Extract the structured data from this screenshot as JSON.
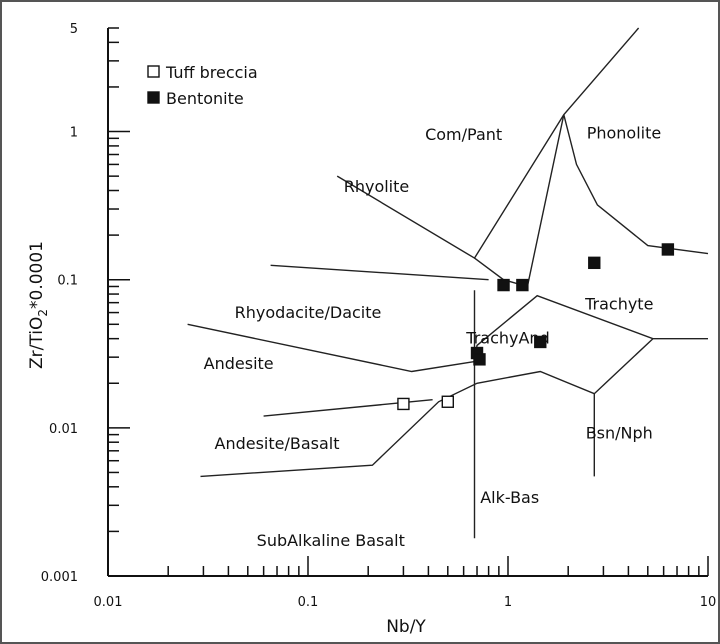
{
  "chart_data": {
    "type": "scatter",
    "xlabel": "Nb/Y",
    "ylabel_main": "Zr/TiO",
    "ylabel_sub": "2",
    "ylabel_tail": "*0.0001",
    "x_scale": "log",
    "y_scale": "log",
    "xlim": [
      0.01,
      10
    ],
    "ylim": [
      0.001,
      5
    ],
    "x_ticks": [
      {
        "value": 0.01,
        "label": "0.01"
      },
      {
        "value": 0.1,
        "label": "0.1"
      },
      {
        "value": 1,
        "label": "1"
      },
      {
        "value": 10,
        "label": "10"
      }
    ],
    "y_ticks": [
      {
        "value": 0.001,
        "label": "0.001"
      },
      {
        "value": 0.01,
        "label": "0.01"
      },
      {
        "value": 0.1,
        "label": "0.1"
      },
      {
        "value": 1,
        "label": "1"
      },
      {
        "value": 5,
        "label": "5"
      }
    ],
    "grid": false,
    "legend_position": "top-left",
    "series": [
      {
        "name": "Tuff breccia",
        "marker": "open-square",
        "points": [
          [
            0.3,
            0.0145
          ],
          [
            0.5,
            0.015
          ]
        ]
      },
      {
        "name": "Bentonite",
        "marker": "filled-square",
        "points": [
          [
            0.7,
            0.032
          ],
          [
            0.72,
            0.029
          ],
          [
            0.95,
            0.092
          ],
          [
            1.18,
            0.092
          ],
          [
            1.45,
            0.038
          ],
          [
            2.7,
            0.13
          ],
          [
            6.3,
            0.16
          ]
        ]
      }
    ],
    "field_labels": [
      {
        "text": "Com/Pant",
        "x": 0.6,
        "y": 0.88
      },
      {
        "text": "Phonolite",
        "x": 3.8,
        "y": 0.9
      },
      {
        "text": "Rhyolite",
        "x": 0.22,
        "y": 0.39
      },
      {
        "text": "Trachyte",
        "x": 3.6,
        "y": 0.063
      },
      {
        "text": "Rhyodacite/Dacite",
        "x": 0.1,
        "y": 0.055
      },
      {
        "text": "TrachyAnd",
        "x": 1.0,
        "y": 0.037
      },
      {
        "text": "Andesite",
        "x": 0.045,
        "y": 0.025
      },
      {
        "text": "Andesite/Basalt",
        "x": 0.07,
        "y": 0.0072
      },
      {
        "text": "Bsn/Nph",
        "x": 3.6,
        "y": 0.0085
      },
      {
        "text": "Alk-Bas",
        "x": 1.02,
        "y": 0.0031
      },
      {
        "text": "SubAlkaline Basalt",
        "x": 0.13,
        "y": 0.0016
      }
    ],
    "boundaries": [
      [
        [
          0.14,
          0.5
        ],
        [
          0.68,
          0.14
        ],
        [
          1.9,
          1.3
        ],
        [
          4.5,
          5
        ]
      ],
      [
        [
          0.68,
          0.14
        ],
        [
          0.95,
          0.1
        ],
        [
          1.25,
          0.09
        ],
        [
          1.9,
          1.3
        ]
      ],
      [
        [
          1.9,
          1.3
        ],
        [
          2.2,
          0.6
        ],
        [
          2.8,
          0.32
        ],
        [
          5,
          0.17
        ],
        [
          10,
          0.15
        ]
      ],
      [
        [
          0.065,
          0.125
        ],
        [
          0.8,
          0.1
        ]
      ],
      [
        [
          0.025,
          0.05
        ],
        [
          0.33,
          0.024
        ],
        [
          0.68,
          0.028
        ]
      ],
      [
        [
          0.68,
          0.028
        ],
        [
          0.7,
          0.036
        ],
        [
          1.4,
          0.078
        ],
        [
          5.3,
          0.04
        ],
        [
          10,
          0.04
        ]
      ],
      [
        [
          0.06,
          0.012
        ],
        [
          0.42,
          0.0155
        ]
      ],
      [
        [
          0.029,
          0.0047
        ],
        [
          0.21,
          0.0056
        ],
        [
          0.45,
          0.015
        ],
        [
          0.7,
          0.02
        ],
        [
          1.45,
          0.024
        ],
        [
          2.7,
          0.017
        ],
        [
          5.3,
          0.04
        ]
      ],
      [
        [
          0.68,
          0.0018
        ],
        [
          0.68,
          0.085
        ]
      ],
      [
        [
          2.7,
          0.0047
        ],
        [
          2.7,
          0.017
        ]
      ]
    ]
  },
  "colors": {
    "axis": "#111111",
    "boundary": "#222222",
    "marker": "#111111",
    "background": "#ffffff",
    "frame": "#555555"
  }
}
